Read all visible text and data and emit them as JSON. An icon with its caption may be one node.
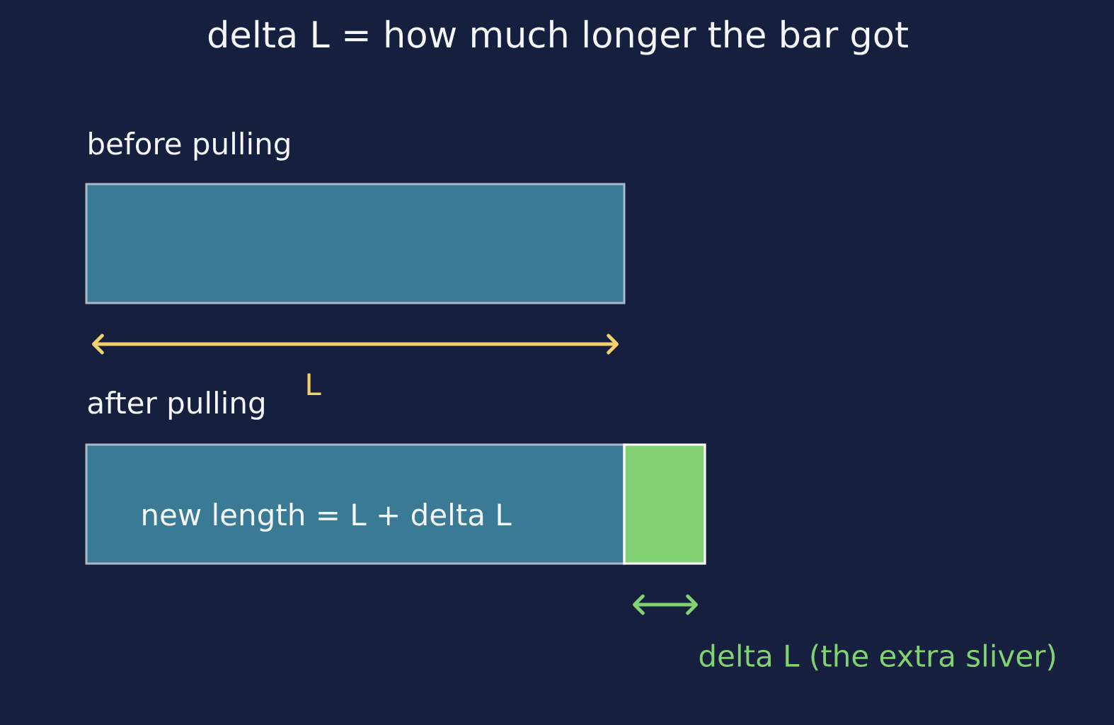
{
  "diagram": {
    "title": "delta L = how much longer the bar got",
    "nodes": [
      {
        "text": [
          "before pulling"
        ]
      },
      {
        "text": [
          "after pulling",
          "new length = L + delta L"
        ]
      },
      {
        "text": [],
        "shape": "box"
      }
    ],
    "labels": [
      "L",
      "delta L (the extra sliver)"
    ]
  }
}
